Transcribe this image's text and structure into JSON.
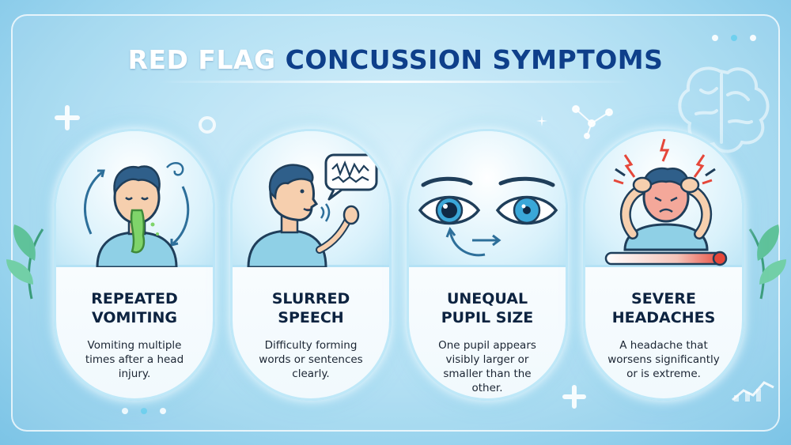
{
  "title": {
    "part1": "RED FLAG",
    "part2": "CONCUSSION SYMPTOMS"
  },
  "cards": [
    {
      "heading_line1": "REPEATED",
      "heading_line2": "VOMITING",
      "description": "Vomiting multiple times after a head injury."
    },
    {
      "heading_line1": "SLURRED",
      "heading_line2": "SPEECH",
      "description": "Difficulty forming words or sentences clearly."
    },
    {
      "heading_line1": "UNEQUAL",
      "heading_line2": "PUPIL SIZE",
      "description": "One pupil appears visibly larger or smaller than the other."
    },
    {
      "heading_line1": "SEVERE",
      "heading_line2": "HEADACHES",
      "description": "A headache that worsens significantly or is extreme."
    }
  ],
  "icons": [
    "vomiting-person-icon",
    "speaking-person-icon",
    "unequal-eyes-icon",
    "headache-person-icon",
    "brain-icon",
    "plus-icon",
    "leaf-icon",
    "pain-meter-icon"
  ],
  "colors": {
    "title_accent": "#0e3f8a",
    "heading": "#0d2340",
    "pain_red": "#e5473a",
    "background": "#a9dcf2"
  }
}
